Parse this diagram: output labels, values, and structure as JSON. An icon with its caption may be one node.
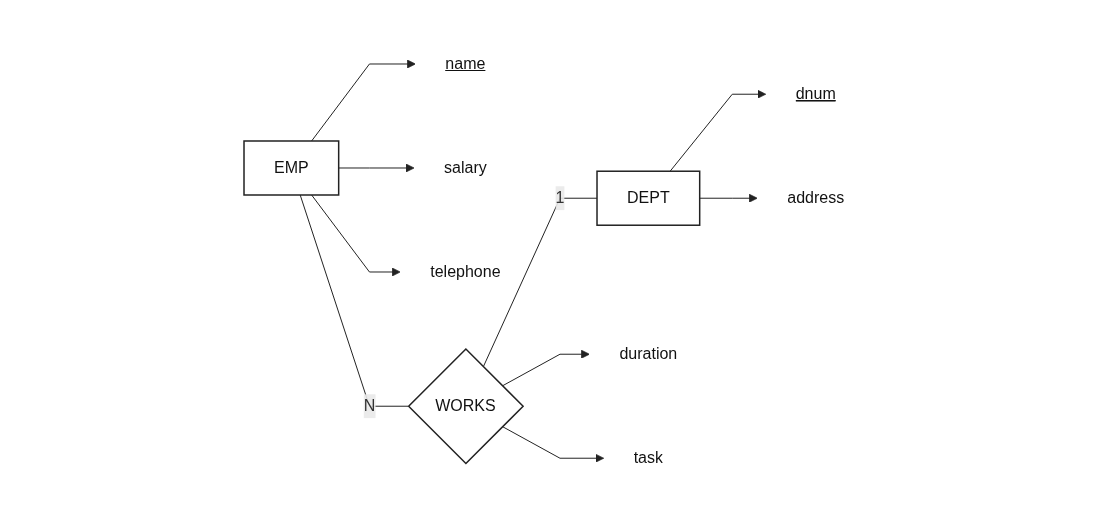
{
  "diagram": {
    "nodes": [
      {
        "text": [
          "name"
        ]
      },
      {
        "text": [
          "salary"
        ]
      },
      {
        "text": [
          "telephone"
        ]
      },
      {
        "text": [
          "dnum"
        ]
      },
      {
        "text": [
          "address"
        ]
      },
      {
        "text": [
          "EMP"
        ]
      },
      {
        "text": [
          "WORKS"
        ]
      },
      {
        "text": [
          "DEPT"
        ]
      },
      {
        "text": [
          "duration"
        ]
      },
      {
        "text": [
          "task"
        ]
      }
    ],
    "edges": [
      {
        "from": 5,
        "to": 0,
        "arrow": "to"
      },
      {
        "from": 5,
        "to": 1,
        "arrow": "to"
      },
      {
        "from": 5,
        "to": 2,
        "arrow": "to"
      },
      {
        "from": 7,
        "to": 3,
        "arrow": "to"
      },
      {
        "from": 7,
        "to": 4,
        "arrow": "to"
      },
      {
        "from": 5,
        "to": 6,
        "arrow": "none",
        "label": "N"
      },
      {
        "from": 6,
        "to": 7,
        "arrow": "none",
        "label": "1"
      },
      {
        "from": 6,
        "to": 8,
        "arrow": "to"
      },
      {
        "from": 6,
        "to": 9,
        "arrow": "to"
      }
    ]
  }
}
